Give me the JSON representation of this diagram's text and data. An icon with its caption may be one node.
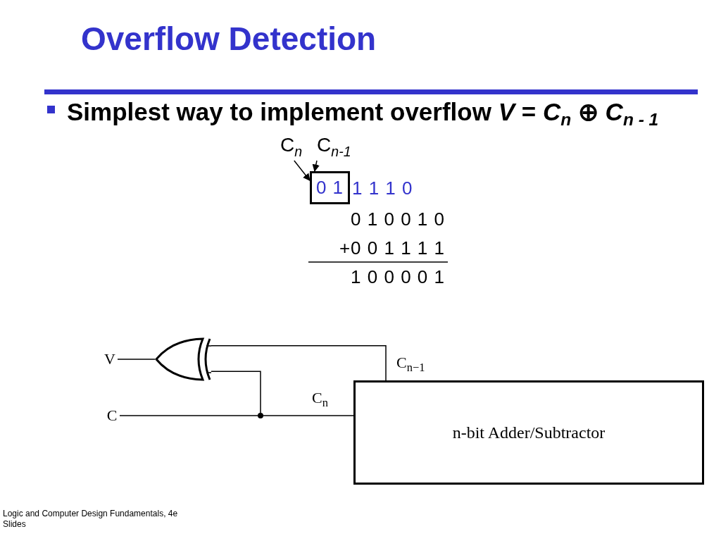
{
  "diagram": {
    "title": "Overflow Detection",
    "nodes": [
      {
        "text": [
          "C$_{n}$"
        ]
      },
      {
        "text": [
          "C$_{n-1}$"
        ]
      },
      {
        "text": [
          "0 1"
        ]
      },
      {
        "text": [
          "V"
        ]
      },
      {
        "text": [],
        "shape": "gate"
      },
      {
        "text": [
          "C"
        ]
      },
      {
        "text": [],
        "shape": "circle"
      },
      {
        "text": [
          "n-bit Adder/Subtractor"
        ]
      }
    ],
    "edges": [
      {
        "from": 0,
        "to": 2,
        "arrow": "to"
      },
      {
        "from": 1,
        "to": 2,
        "arrow": "to"
      },
      {
        "from": 4,
        "to": 3,
        "arrow": "none"
      },
      {
        "from": 7,
        "to": 4,
        "arrow": "none"
      },
      {
        "from": 6,
        "to": 4,
        "arrow": "none"
      },
      {
        "from": 7,
        "to": 6,
        "arrow": "none"
      },
      {
        "from": 6,
        "to": 5,
        "arrow": "none"
      }
    ],
    "labels": [
      "Simplest way to implement overflow *V* = *C*$_{n}$ ⊕ *C*$_{n - 1}$",
      "1 1 1 0",
      "0 1 0 0 1 0",
      "+0 0 1 1 1 1",
      "1 0 0 0 0 1",
      "C$_{n−1}$",
      "C$_{n}$",
      "Logic and Computer Design Fundamentals, 4e",
      "Slides"
    ]
  }
}
